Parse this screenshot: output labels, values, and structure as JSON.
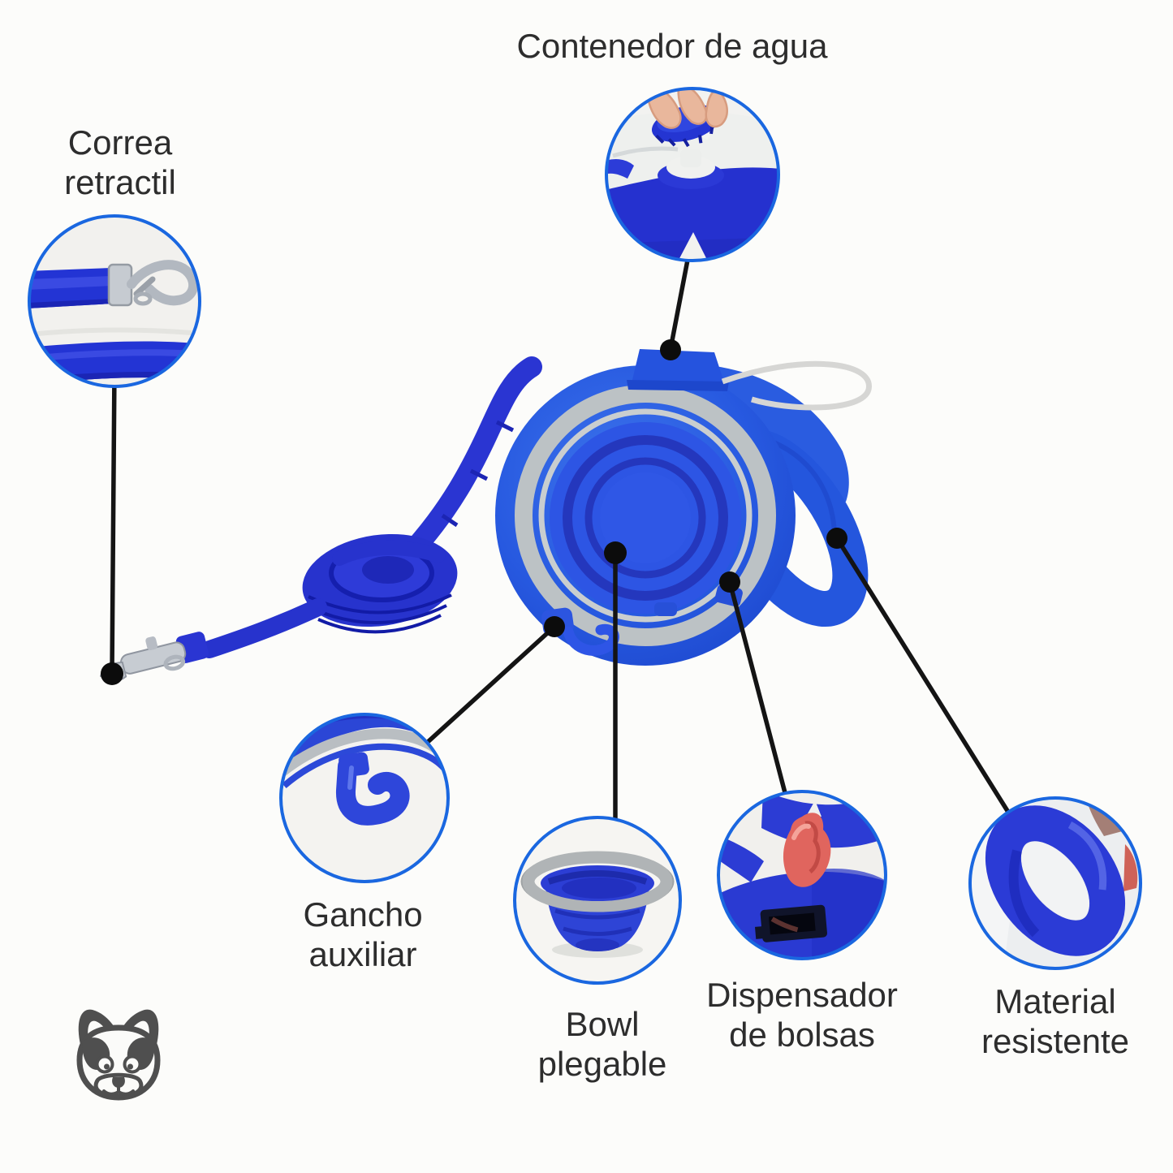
{
  "title": "Contenedor de agua",
  "callouts": [
    {
      "id": "correa-retractil",
      "lines": [
        "Correa",
        "retractil"
      ]
    },
    {
      "id": "gancho-auxiliar",
      "lines": [
        "Gancho",
        "auxiliar"
      ]
    },
    {
      "id": "bowl-plegable",
      "lines": [
        "Bowl",
        "plegable"
      ]
    },
    {
      "id": "dispensador-de-bolsas",
      "lines": [
        "Dispensador",
        "de bolsas"
      ]
    },
    {
      "id": "material-resistente",
      "lines": [
        "Material",
        "resistente"
      ]
    }
  ],
  "icons": {
    "logo": "french-bulldog-icon"
  },
  "colors": {
    "background": "#fcfcfa",
    "circle_border": "#1a67e0",
    "product_blue": "#2b5fe2",
    "leash_blue": "#2733cd",
    "connector_black": "#141414",
    "text": "#2d2d2d",
    "metal_gray": "#c0c6cc",
    "ring_gray": "#b5bbbe",
    "bag_red": "#e0655e",
    "logo_gray": "#4f4f4f"
  }
}
